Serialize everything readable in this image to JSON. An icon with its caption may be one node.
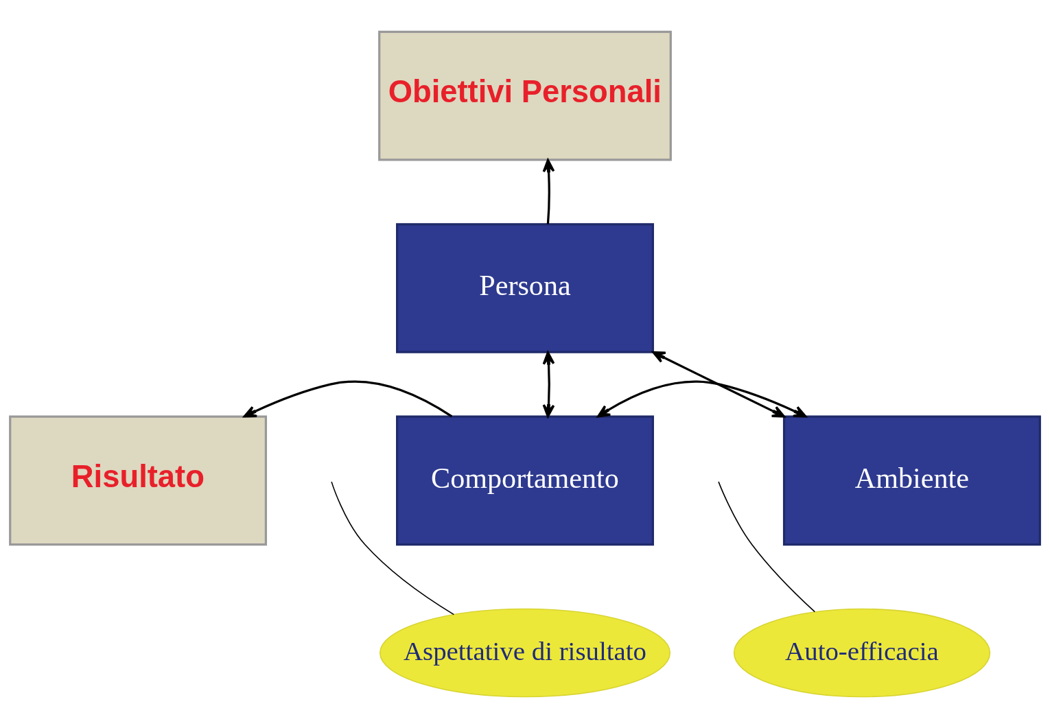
{
  "diagram": {
    "nodes": [
      {
        "text": [
          "Obiettivi Personali"
        ]
      },
      {
        "text": [
          "Persona"
        ]
      },
      {
        "text": [
          "Risultato"
        ]
      },
      {
        "text": [
          "Comportamento"
        ]
      },
      {
        "text": [
          "Ambiente"
        ]
      },
      {
        "text": [
          "Aspettative di risultato"
        ]
      },
      {
        "text": [
          "Auto-efficacia"
        ]
      }
    ],
    "edges": [
      {
        "from": 1,
        "to": 0,
        "arrow": "to"
      },
      {
        "from": 1,
        "to": 3,
        "arrow": "both"
      },
      {
        "from": 1,
        "to": 4,
        "arrow": "both"
      },
      {
        "from": 3,
        "to": 2,
        "arrow": "to"
      },
      {
        "from": 3,
        "to": 4,
        "arrow": "both"
      },
      {
        "from": 5,
        "to": null,
        "arrow": "none"
      },
      {
        "from": 6,
        "to": null,
        "arrow": "none"
      }
    ]
  }
}
